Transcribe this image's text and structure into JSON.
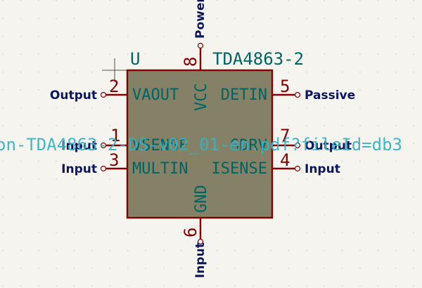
{
  "symbol": {
    "reference": "U",
    "value": "TDA4863-2",
    "body_color": "#848166",
    "outline_color": "#840000",
    "pin_color": "#840000",
    "pin_name_color": "#006464",
    "electrical_type_color": "#0c1660",
    "datasheet_color": "#37b3c4",
    "datasheet_text": "on-TDA4863-2-DS-v02_01-en.pdf?fileId=db3"
  },
  "pins": {
    "p8": {
      "number": "8",
      "name": "VCC",
      "type": "Power"
    },
    "p2": {
      "number": "2",
      "name": "VAOUT",
      "type": "Output"
    },
    "p5": {
      "number": "5",
      "name": "DETIN",
      "type": "Passive"
    },
    "p1": {
      "number": "1",
      "name": "VSENSE",
      "type": "Input"
    },
    "p7": {
      "number": "7",
      "name": "GDRV",
      "type": "Output"
    },
    "p3": {
      "number": "3",
      "name": "MULTIN",
      "type": "Input"
    },
    "p4": {
      "number": "4",
      "name": "ISENSE",
      "type": "Input"
    },
    "p6": {
      "number": "6",
      "name": "GND",
      "type": "Input"
    }
  }
}
